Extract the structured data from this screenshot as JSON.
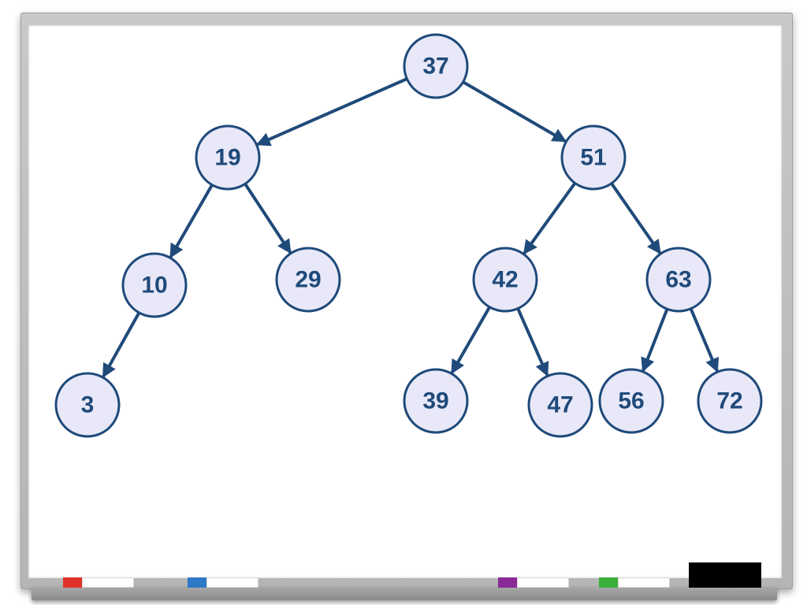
{
  "tree": {
    "nodes": [
      {
        "id": "n37",
        "label": "37"
      },
      {
        "id": "n19",
        "label": "19"
      },
      {
        "id": "n51",
        "label": "51"
      },
      {
        "id": "n10",
        "label": "10"
      },
      {
        "id": "n29",
        "label": "29"
      },
      {
        "id": "n42",
        "label": "42"
      },
      {
        "id": "n63",
        "label": "63"
      },
      {
        "id": "n3",
        "label": "3"
      },
      {
        "id": "n39",
        "label": "39"
      },
      {
        "id": "n47",
        "label": "47"
      },
      {
        "id": "n56",
        "label": "56"
      },
      {
        "id": "n72",
        "label": "72"
      }
    ],
    "edges": [
      {
        "from": "n37",
        "to": "n19"
      },
      {
        "from": "n37",
        "to": "n51"
      },
      {
        "from": "n19",
        "to": "n10"
      },
      {
        "from": "n19",
        "to": "n29"
      },
      {
        "from": "n51",
        "to": "n42"
      },
      {
        "from": "n51",
        "to": "n63"
      },
      {
        "from": "n10",
        "to": "n3"
      },
      {
        "from": "n42",
        "to": "n39"
      },
      {
        "from": "n42",
        "to": "n47"
      },
      {
        "from": "n63",
        "to": "n56"
      },
      {
        "from": "n63",
        "to": "n72"
      }
    ]
  },
  "colors": {
    "node_fill": "#e8e8f8",
    "node_stroke": "#1f4a7a",
    "edge": "#1f4a7a",
    "marker_red": "#e0322a",
    "marker_blue": "#2e78c8",
    "marker_purple": "#8a2a96",
    "marker_green": "#3ab03a",
    "eraser": "#000000"
  }
}
